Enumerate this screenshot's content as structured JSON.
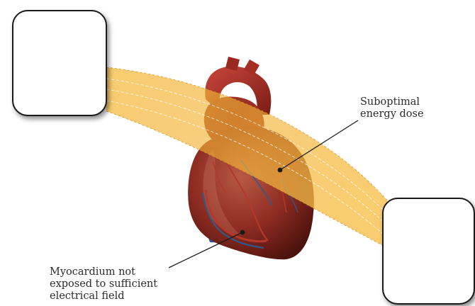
{
  "annotations": {
    "suboptimal": "Suboptimal\nenergy dose",
    "myocardium": "Myocardium not\nexposed to sufficient\nelectrical field"
  },
  "colors": {
    "field": "#f4b73c",
    "heart": "#8e2c22",
    "vessel_red": "#b33a2a",
    "vessel_blue": "#2f5a8a"
  },
  "icons": [
    "defibrillator-pad",
    "heart-illustration",
    "electrical-field-beam"
  ]
}
